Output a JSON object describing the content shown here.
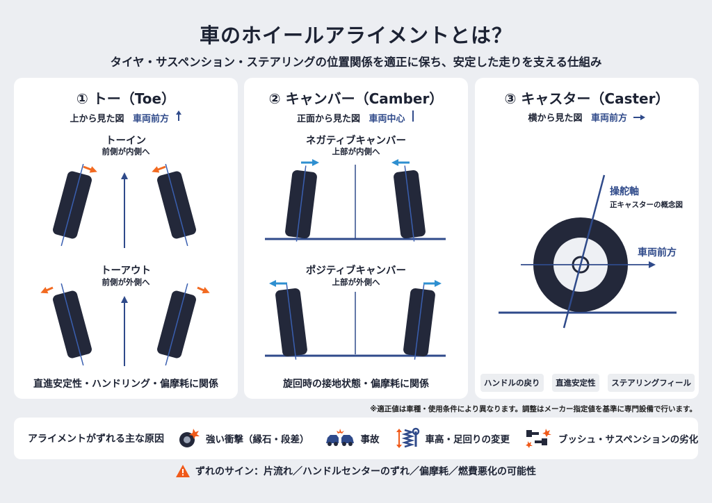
{
  "title": "車のホイールアライメントとは？",
  "subtitle": "タイヤ・サスペンション・ステアリングの位置関係を適正に保ち、安定した走りを支える仕組み",
  "panels": [
    {
      "title": "① トー（Toe）",
      "view": "上から見た図",
      "direction": "車両前方",
      "direction_icon": "arrow-up",
      "upper_label": "トーイン",
      "upper_sub": "前側が内側へ",
      "lower_label": "トーアウト",
      "lower_sub": "前側が外側へ",
      "footer": "直進安定性・ハンドリング・偏摩耗に関係"
    },
    {
      "title": "② キャンバー（Camber）",
      "view": "正面から見た図",
      "direction": "車両中心",
      "direction_icon": "vertical-bar",
      "upper_label": "ネガティブキャンバー",
      "upper_sub": "上部が内側へ",
      "lower_label": "ポジティブキャンバー",
      "lower_sub": "上部が外側へ",
      "footer": "旋回時の接地状態・偏摩耗に関係"
    },
    {
      "title": "③ キャスター（Caster）",
      "view": "横から見た図",
      "direction": "車両前方",
      "direction_icon": "arrow-right",
      "axis_label": "操舵軸",
      "axis_sub": "正キャスターの概念図",
      "forward_label": "車両前方",
      "chips": [
        "ハンドルの戻り",
        "直進安定性",
        "ステアリングフィール"
      ]
    }
  ],
  "note": "※適正値は車種・使用条件により異なります。調整はメーカー指定値を基準に専門設備で行います。",
  "causes": {
    "label": "アライメントがずれる主な原因",
    "items": [
      {
        "icon": "tire-impact-icon",
        "text": "強い衝撃（縁石・段差）"
      },
      {
        "icon": "car-collision-icon",
        "text": "事故"
      },
      {
        "icon": "spring-wrench-icon",
        "text": "車高・足回りの変更"
      },
      {
        "icon": "suspension-wear-icon",
        "text": "ブッシュ・サスペンションの劣化"
      }
    ]
  },
  "warning": {
    "icon": "warning-icon",
    "text": "ずれのサイン：片流れ／ハンドルセンターのずれ／偏摩耗／燃費悪化の可能性"
  },
  "colors": {
    "tire": "#23283a",
    "axis": "#2f4a8a",
    "toe_arrow": "#f26a21",
    "camber_arrow": "#2e8fd0",
    "warning": "#f05a1a"
  }
}
